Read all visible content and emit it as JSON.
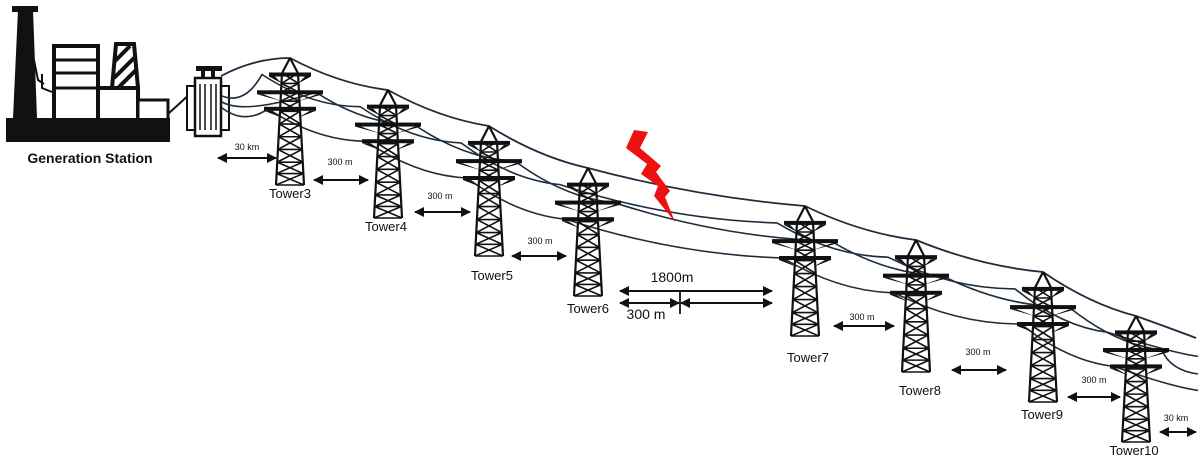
{
  "station": {
    "label": "Generation Station"
  },
  "towers": [
    {
      "label": "Tower3"
    },
    {
      "label": "Tower4"
    },
    {
      "label": "Tower5"
    },
    {
      "label": "Tower6"
    },
    {
      "label": "Tower7"
    },
    {
      "label": "Tower8"
    },
    {
      "label": "Tower9"
    },
    {
      "label": "Tower10"
    }
  ],
  "spans": [
    {
      "label": "30 km"
    },
    {
      "label": "300 m"
    },
    {
      "label": "300 m"
    },
    {
      "label": "300 m"
    },
    {
      "label": "300 m"
    },
    {
      "label": "300 m"
    },
    {
      "label": "300 m"
    },
    {
      "label": "30 km"
    }
  ],
  "fault": {
    "total_label": "1800m",
    "distance_label": "300 m"
  },
  "colors": {
    "line": "#1e2d3d",
    "lightning": "#ee1111",
    "ink": "#111111"
  }
}
